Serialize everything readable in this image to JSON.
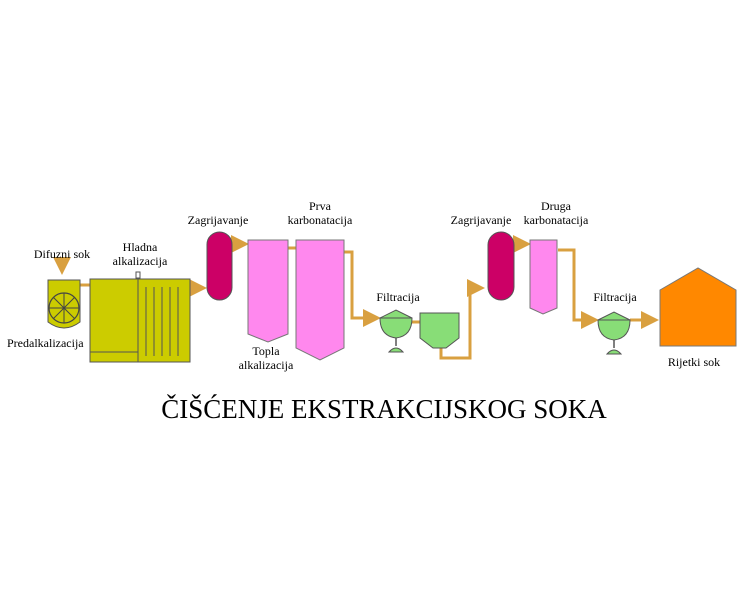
{
  "title": "ČIŠĆENJE EKSTRAKCIJSKOG SOKA",
  "labels": {
    "difuzni_sok": "Difuzni sok",
    "hladna_line1": "Hladna",
    "hladna_line2": "alkalizacija",
    "predalkalizacija": "Predalkalizacija",
    "zagrijavanje_1": "Zagrijavanje",
    "prva_line1": "Prva",
    "prva_line2": "karbonatacija",
    "topla_line1": "Topla",
    "topla_line2": "alkalizacija",
    "filtracija_1": "Filtracija",
    "zagrijavanje_2": "Zagrijavanje",
    "druga_line1": "Druga",
    "druga_line2": "karbonatacija",
    "filtracija_2": "Filtracija",
    "rijetki_sok": "Rijetki sok"
  },
  "colors": {
    "alkalizer": "#cccc00",
    "heater": "#cc0066",
    "carbonator": "#ff88ee",
    "filter": "#88dd77",
    "tank": "#ff8800",
    "pipe": "#d9a040"
  }
}
